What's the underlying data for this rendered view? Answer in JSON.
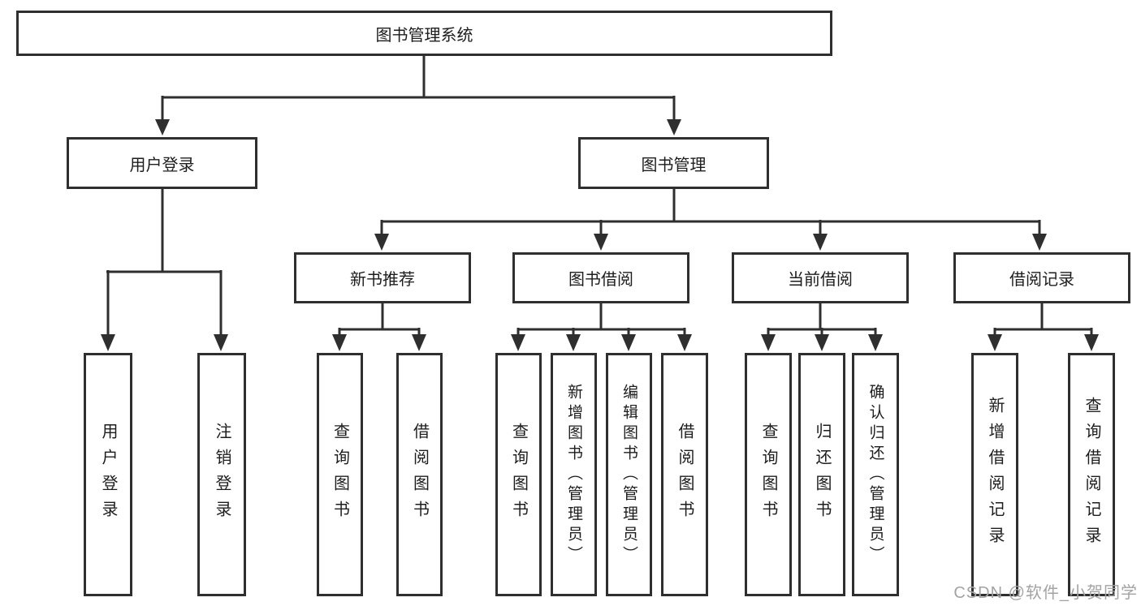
{
  "diagram": {
    "root": {
      "label": "图书管理系统"
    },
    "level2": {
      "user_login": {
        "label": "用户登录"
      },
      "book_management": {
        "label": "图书管理"
      }
    },
    "level3": {
      "new_book_recommend": {
        "label": "新书推荐"
      },
      "book_borrow": {
        "label": "图书借阅"
      },
      "current_borrow": {
        "label": "当前借阅"
      },
      "borrow_records": {
        "label": "借阅记录"
      }
    },
    "leaves": {
      "user_login": [
        "用户登录",
        "注销登录"
      ],
      "new_book_recommend": [
        "查询图书",
        "借阅图书"
      ],
      "book_borrow": [
        "查询图书",
        "新增图书（管理员）",
        "编辑图书（管理员）",
        "借阅图书"
      ],
      "current_borrow": [
        "查询图书",
        "归还图书",
        "确认归还（管理员）"
      ],
      "borrow_records": [
        "新增借阅记录",
        "查询借阅记录"
      ]
    },
    "colors": {
      "line": "#2f2f2f",
      "text": "#1d1d1d",
      "background": "#ffffff",
      "watermark": "#a3a3a3"
    }
  },
  "watermark": {
    "text": "CSDN @软件_小贺同学"
  }
}
